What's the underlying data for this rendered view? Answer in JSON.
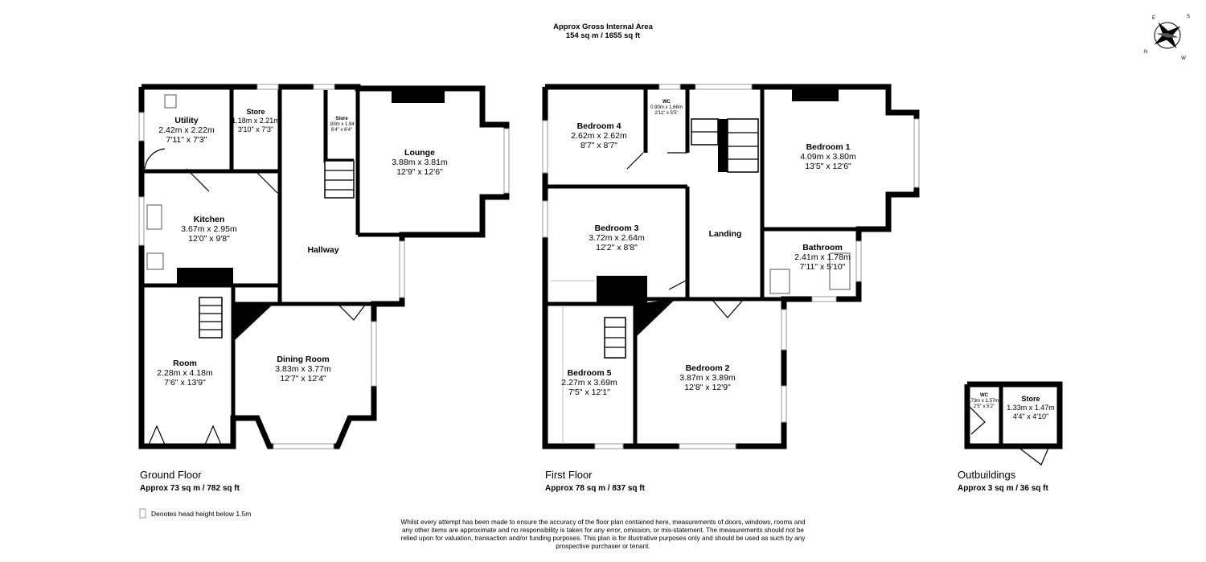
{
  "header": {
    "line1": "Approx Gross Internal Area",
    "line2": "154 sq m / 1655 sq ft"
  },
  "compass": {
    "icon": "compass-rose-icon",
    "letters": [
      "E",
      "N",
      "S",
      "W"
    ]
  },
  "ground_floor": {
    "title": "Ground Floor",
    "area": "Approx 73 sq m / 782 sq ft",
    "rooms": [
      {
        "name": "Utility",
        "metric": "2.42m x 2.22m",
        "imperial": "7'11\" x 7'3\""
      },
      {
        "name": "Store",
        "metric": "1.18m x 2.21m",
        "imperial": "3'10\" x 7'3\""
      },
      {
        "name": "Store",
        "metric": ".83m x 1.94",
        "imperial": "6'4\" x 6'4\""
      },
      {
        "name": "Lounge",
        "metric": "3.88m x 3.81m",
        "imperial": "12'9\" x 12'6\""
      },
      {
        "name": "Kitchen",
        "metric": "3.67m x 2.95m",
        "imperial": "12'0\" x 9'8\""
      },
      {
        "name": "Hallway",
        "metric": "",
        "imperial": ""
      },
      {
        "name": "Room",
        "metric": "2.28m x 4.18m",
        "imperial": "7'6\" x 13'9\""
      },
      {
        "name": "Dining Room",
        "metric": "3.83m x 3.77m",
        "imperial": "12'7\" x 12'4\""
      }
    ]
  },
  "first_floor": {
    "title": "First Floor",
    "area": "Approx 78 sq m / 837 sq ft",
    "rooms": [
      {
        "name": "Bedroom 4",
        "metric": "2.62m x 2.62m",
        "imperial": "8'7\" x 8'7\""
      },
      {
        "name": "WC",
        "metric": "0.90m x 1.66m",
        "imperial": "2'11\" x 5'5\""
      },
      {
        "name": "Bedroom 1",
        "metric": "4.09m x 3.80m",
        "imperial": "13'5\" x 12'6\""
      },
      {
        "name": "Bedroom 3",
        "metric": "3.72m x 2.64m",
        "imperial": "12'2\" x 8'8\""
      },
      {
        "name": "Landing",
        "metric": "",
        "imperial": ""
      },
      {
        "name": "Bathroom",
        "metric": "2.41m x 1.78m",
        "imperial": "7'11\" x 5'10\""
      },
      {
        "name": "Bedroom 5",
        "metric": "2.27m x 3.69m",
        "imperial": "7'5\" x 12'1\""
      },
      {
        "name": "Bedroom 2",
        "metric": "3.87m x 3.89m",
        "imperial": "12'8\" x 12'9\""
      }
    ]
  },
  "outbuildings": {
    "title": "Outbuildings",
    "area": "Approx 3 sq m / 36 sq ft",
    "rooms": [
      {
        "name": "WC",
        "metric": ".73m x 1.57m",
        "imperial": "2'5\" x 5'2\""
      },
      {
        "name": "Store",
        "metric": "1.33m x 1.47m",
        "imperial": "4'4\" x 4'10\""
      }
    ]
  },
  "legend": {
    "text": "Denotes head height below 1.5m"
  },
  "disclaimer": [
    "Whilst every attempt has been made to ensure the accuracy of the floor plan contained here, measurements of doors, windows, rooms and",
    "any other items are approximate and no responsibility is taken for any error, omission, or mis-statement. The measurements should not be",
    "relied upon for valuation, transaction and/or funding purposes. This plan is for illustrative purposes only and should be used as such by any",
    "prospective purchaser or tenant."
  ]
}
